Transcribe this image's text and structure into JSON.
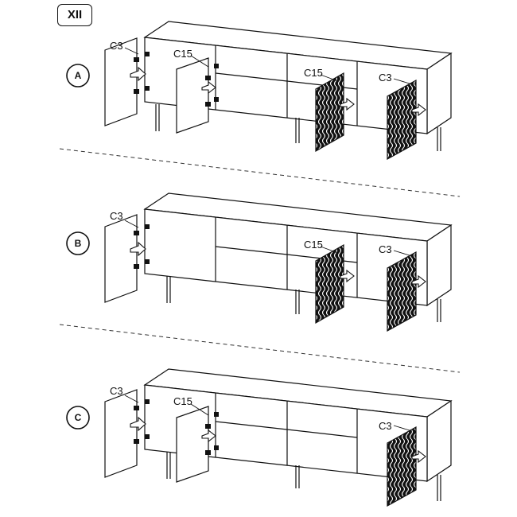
{
  "step": {
    "number": "XII"
  },
  "variants": [
    {
      "id": "A",
      "labels": [
        "C3",
        "C15",
        "C15",
        "C3"
      ]
    },
    {
      "id": "B",
      "labels": [
        "C3",
        "C15",
        "C3"
      ]
    },
    {
      "id": "C",
      "labels": [
        "C3",
        "C15",
        "C3"
      ]
    }
  ],
  "colors": {
    "line": "#111111",
    "door_pattern": "#111111",
    "background": "#ffffff"
  }
}
